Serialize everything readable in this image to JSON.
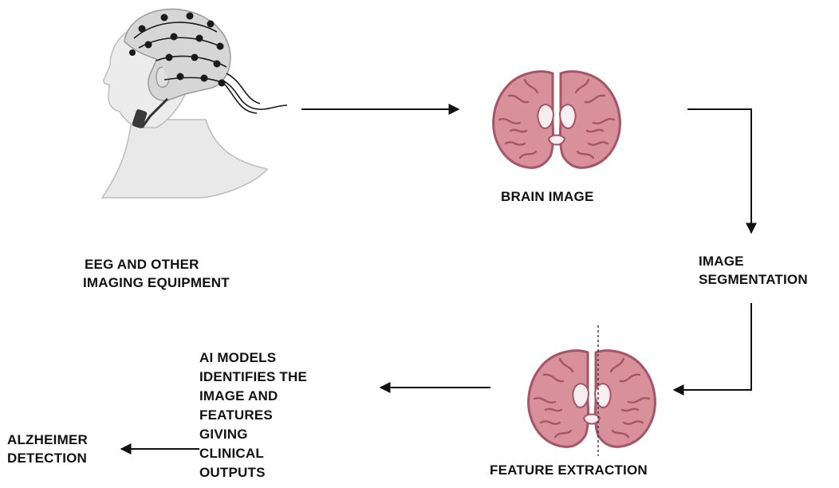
{
  "nodes": {
    "eeg_equipment": {
      "icon": "eeg-head-icon",
      "lines": [
        "EEG AND OTHER",
        "IMAGING EQUIPMENT"
      ]
    },
    "brain_image": {
      "icon": "brain-coronal-icon",
      "label": "BRAIN IMAGE"
    },
    "image_segmentation": {
      "lines": [
        "IMAGE",
        "SEGMENTATION"
      ]
    },
    "feature_extraction": {
      "icon": "brain-split-icon",
      "label": "FEATURE EXTRACTION"
    },
    "ai_models": {
      "lines": [
        "AI MODELS",
        "IDENTIFIES THE",
        "IMAGE AND",
        "FEATURES",
        "GIVING",
        "CLINICAL",
        "OUTPUTS"
      ]
    },
    "alzheimer": {
      "lines": [
        "ALZHEIMER",
        "DETECTION"
      ]
    }
  },
  "colors": {
    "brain_fill": "#d8909a",
    "brain_outline": "#a65566",
    "skin": "#e9e9e9",
    "cap": "#d6d6d6",
    "electrode": "#1a1a1a",
    "arrow": "#111111",
    "text": "#111111"
  }
}
